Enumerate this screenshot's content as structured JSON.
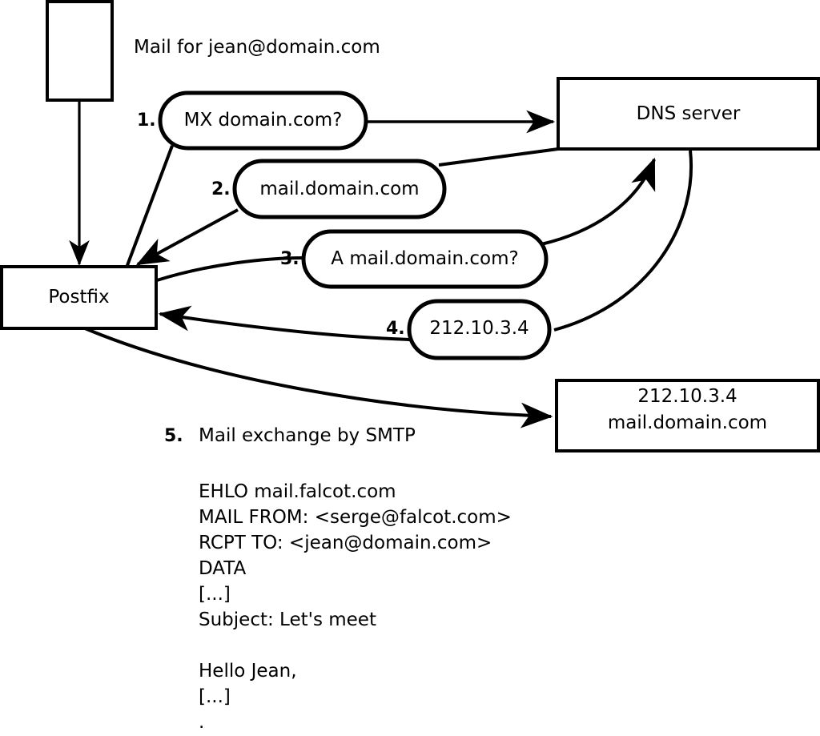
{
  "diagram": {
    "title_label": "Mail for jean@domain.com",
    "nodes": {
      "client_box": {
        "label": ""
      },
      "postfix_box": {
        "label": "Postfix"
      },
      "dns_box": {
        "label": "DNS server"
      },
      "target_box": {
        "line1": "212.10.3.4",
        "line2": "mail.domain.com"
      }
    },
    "steps": [
      {
        "number": "1.",
        "text": "MX domain.com?"
      },
      {
        "number": "2.",
        "text": "mail.domain.com"
      },
      {
        "number": "3.",
        "text": "A mail.domain.com?"
      },
      {
        "number": "4.",
        "text": "212.10.3.4"
      }
    ],
    "step5": {
      "number": "5.",
      "text": "Mail exchange by SMTP"
    },
    "smtp_transcript": "EHLO mail.falcot.com\nMAIL FROM: <serge@falcot.com>\nRCPT TO: <jean@domain.com>\nDATA\n[...]\nSubject: Let's meet\n\nHello Jean,\n[...]\n.",
    "colors": {
      "stroke": "#000000",
      "fill": "#ffffff",
      "background": "#ffffff"
    }
  }
}
